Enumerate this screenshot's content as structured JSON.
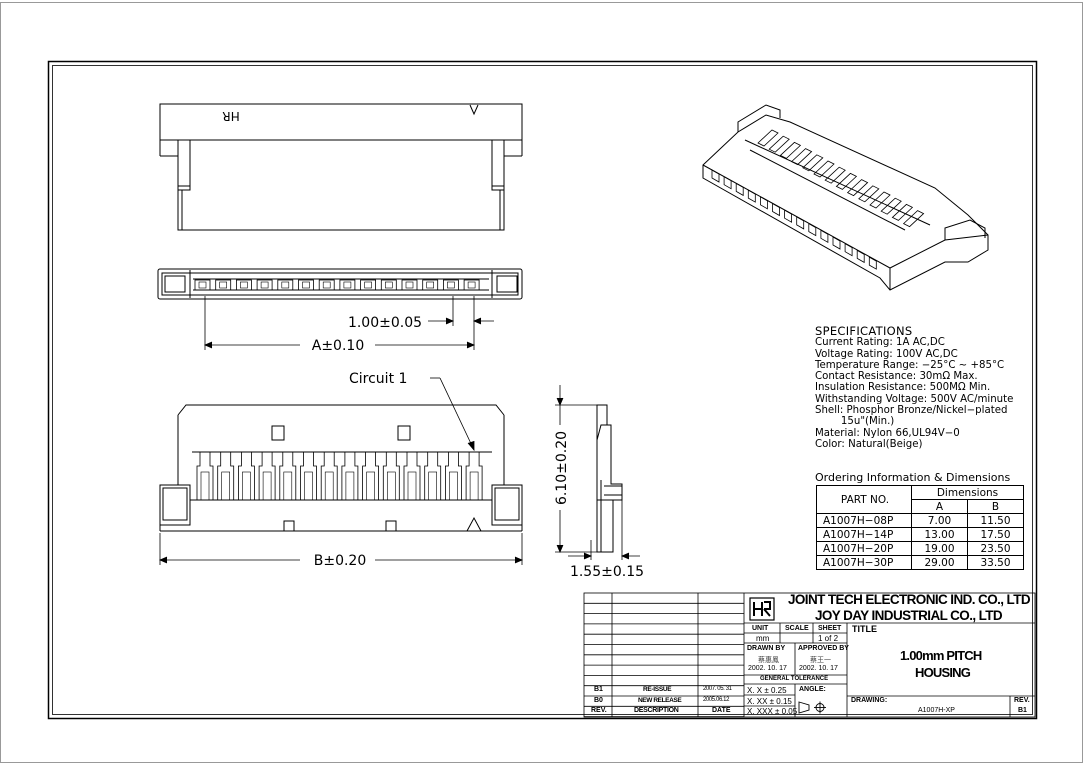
{
  "drawing": {
    "hr_mark": "HR",
    "pitch_dim": "1.00±0.05",
    "a_dim": "A±0.10",
    "circuit_label": "Circuit  1",
    "height_dim": "6.10±0.20",
    "depth_dim": "1.55±0.15",
    "b_dim": "B±0.20"
  },
  "specifications": {
    "title": "SPECIFICATIONS",
    "lines": [
      "Current Rating: 1A AC,DC",
      "Voltage Rating: 100V AC,DC",
      "Temperature Range: −25°C ~ +85°C",
      "Contact Resistance: 30mΩ Max.",
      "Insulation Resistance: 500MΩ Min.",
      "Withstanding Voltage: 500V AC/minute",
      "Shell: Phosphor Bronze/Nickel−plated",
      "        15u\"(Min.)",
      "Material: Nylon 66,UL94V−0",
      "Color: Natural(Beige)"
    ]
  },
  "ordering": {
    "title": "Ordering Information & Dimensions",
    "header_part": "PART NO.",
    "header_dims": "Dimensions",
    "header_a": "A",
    "header_b": "B",
    "rows": [
      {
        "part": "A1007H−08P",
        "a": "7.00",
        "b": "11.50"
      },
      {
        "part": "A1007H−14P",
        "a": "13.00",
        "b": "17.50"
      },
      {
        "part": "A1007H−20P",
        "a": "19.00",
        "b": "23.50"
      },
      {
        "part": "A1007H−30P",
        "a": "29.00",
        "b": "33.50"
      }
    ]
  },
  "title_block": {
    "company1": "JOINT TECH ELECTRONIC IND. CO., LTD",
    "company2": "JOY DAY INDUSTRIAL CO., LTD",
    "unit_label": "UNIT",
    "unit_value": "mm",
    "scale_label": "SCALE",
    "sheet_label": "SHEET",
    "sheet_value": "1 of 2",
    "title_label": "TITLE",
    "drawn_by": "DRAWN BY",
    "approved_by": "APPROVED BY",
    "drawn_name": "蔡惠鳳",
    "approved_name": "蔡王一",
    "drawn_date": "2002. 10. 17",
    "approved_date": "2002. 10. 17",
    "general_tol": "GENERAL TOLERANCE",
    "tol1": "X. X ± 0.25",
    "tol2": "X. XX ± 0.15",
    "tol3": "X. XXX ± 0.05",
    "angle": "ANGLE:",
    "title_line1": "1.00mm PITCH",
    "title_line2": "HOUSING",
    "drawing_no_label": "DRAWING:",
    "drawing_no": "A1007H-XP",
    "rev_label": "REV.",
    "rev_value": "B1",
    "rev_rows": [
      {
        "rev": "B1",
        "desc": "RE-ISSUE",
        "date": "2007. 05. 31"
      },
      {
        "rev": "B0",
        "desc": "NEW RELEASE",
        "date": "2005.06.12"
      }
    ],
    "rev_header": "REV.",
    "desc_header": "DESCRIPTION",
    "date_header": "DATE"
  }
}
